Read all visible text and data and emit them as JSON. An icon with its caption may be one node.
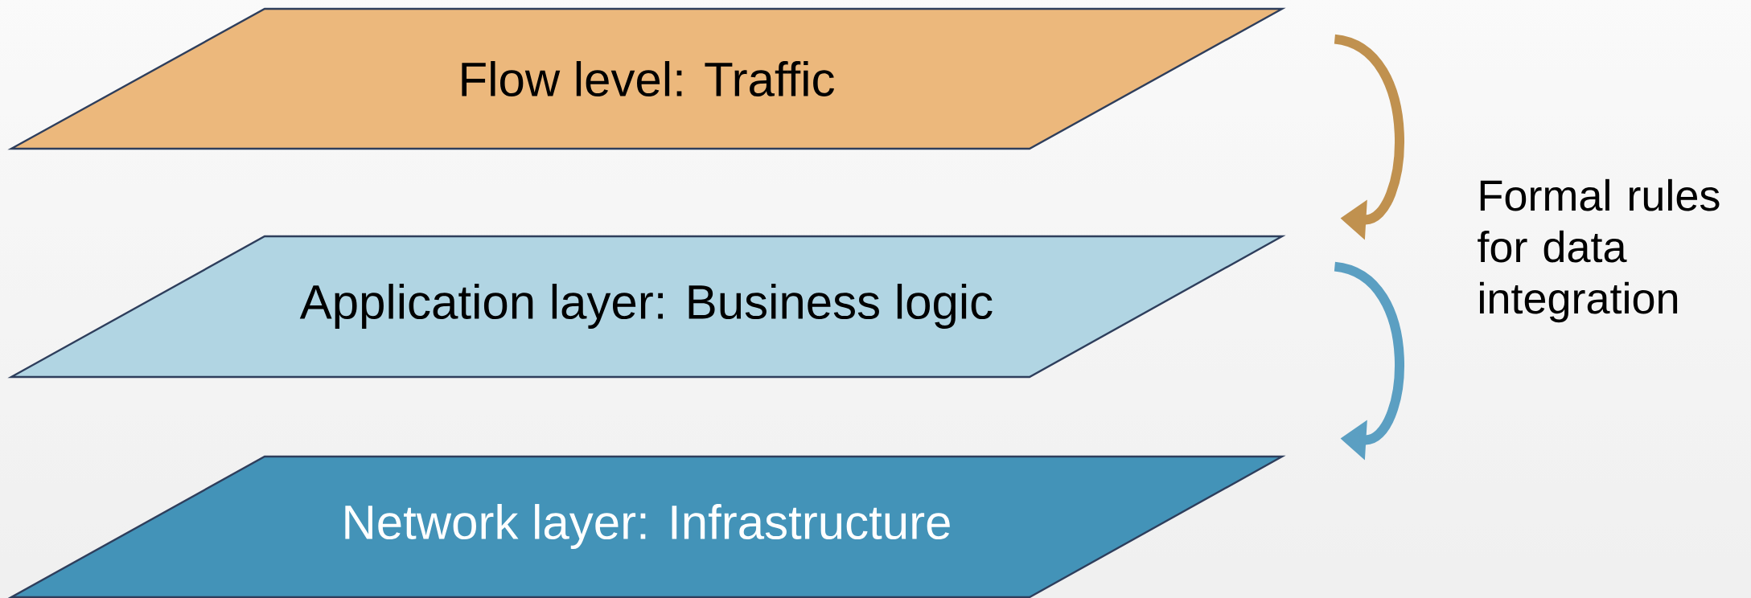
{
  "diagram": {
    "nodes": [
      {
        "text": [
          "Flow level: Traffic"
        ]
      },
      {
        "text": [
          "Application layer: Business logic"
        ]
      },
      {
        "text": [
          "Network layer: Infrastructure"
        ]
      }
    ],
    "edges": [
      {
        "from": 0,
        "to": 1,
        "arrow": "to",
        "color": "#c0914f"
      },
      {
        "from": 1,
        "to": 2,
        "arrow": "to",
        "color": "#5b9fc2"
      }
    ],
    "labels": [
      "Formal rules for data integration"
    ]
  }
}
